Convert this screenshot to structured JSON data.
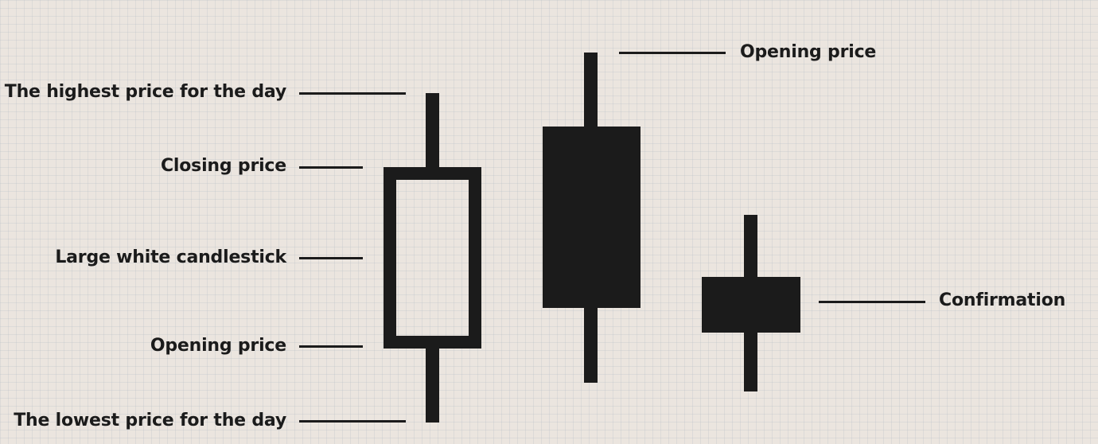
{
  "labels": {
    "highest_price": "The highest price for the day",
    "closing_price": "Closing price",
    "large_white_candlestick": "Large white candlestick",
    "opening_price_left": "Opening price",
    "lowest_price": "The lowest price for the day",
    "opening_price_top": "Opening price",
    "confirmation": "Confirmation"
  },
  "colors": {
    "background": "#ebe5df",
    "ink": "#1b1b1b"
  }
}
